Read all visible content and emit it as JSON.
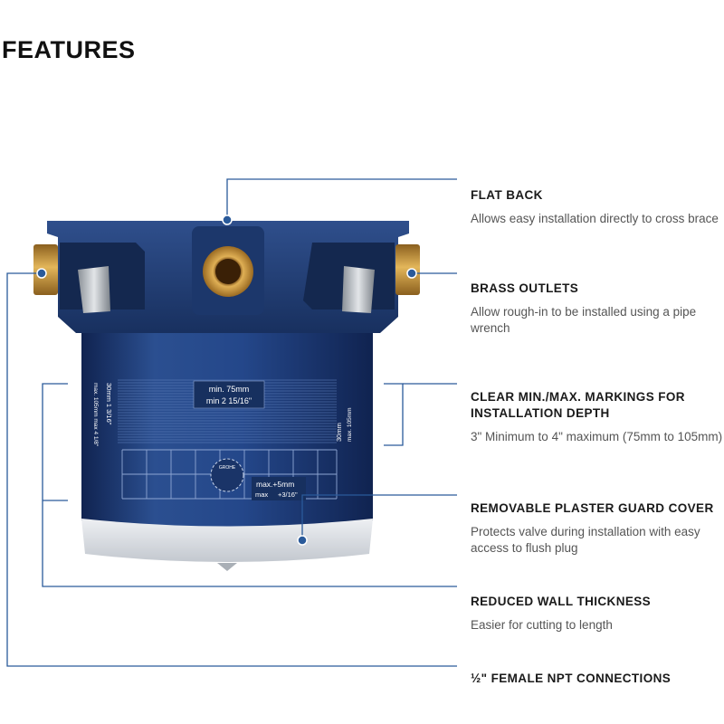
{
  "page": {
    "title": "FEATURES"
  },
  "features": [
    {
      "title": "FLAT BACK",
      "desc": "Allows easy installation directly to cross brace"
    },
    {
      "title": "BRASS OUTLETS",
      "desc": "Allow rough-in to be installed using a pipe wrench"
    },
    {
      "title": "CLEAR MIN./MAX. MARKINGS FOR INSTALLATION DEPTH",
      "desc": "3\" Minimum to 4\" maximum (75mm to 105mm)"
    },
    {
      "title": "REMOVABLE PLASTER GUARD COVER",
      "desc": "Protects valve during installation with easy access to flush plug"
    },
    {
      "title": "REDUCED WALL THICKNESS",
      "desc": "Easier for cutting to length"
    },
    {
      "title": "½\" FEMALE NPT CONNECTIONS",
      "desc": ""
    }
  ],
  "product": {
    "center_mark_1": "min. 75mm",
    "center_mark_2": "min 2 15/16\"",
    "left_mark_1": "30mm 1 3/16\"",
    "left_mark_2": "max. 105mm max 4 1/8\"",
    "right_mark_1": "30mm",
    "right_mark_2": "max. 105mm",
    "depth_mark_1": "max.+5mm",
    "depth_mark_2": "max",
    "depth_mark_3": "+3/16\"",
    "brand_logo": "GROHE"
  },
  "colors": {
    "body": "#1f3f7a",
    "body_dark": "#152d5c",
    "brass": "#c99a3c",
    "guard": "#d6dadf",
    "leader": "#2a5a9a"
  }
}
